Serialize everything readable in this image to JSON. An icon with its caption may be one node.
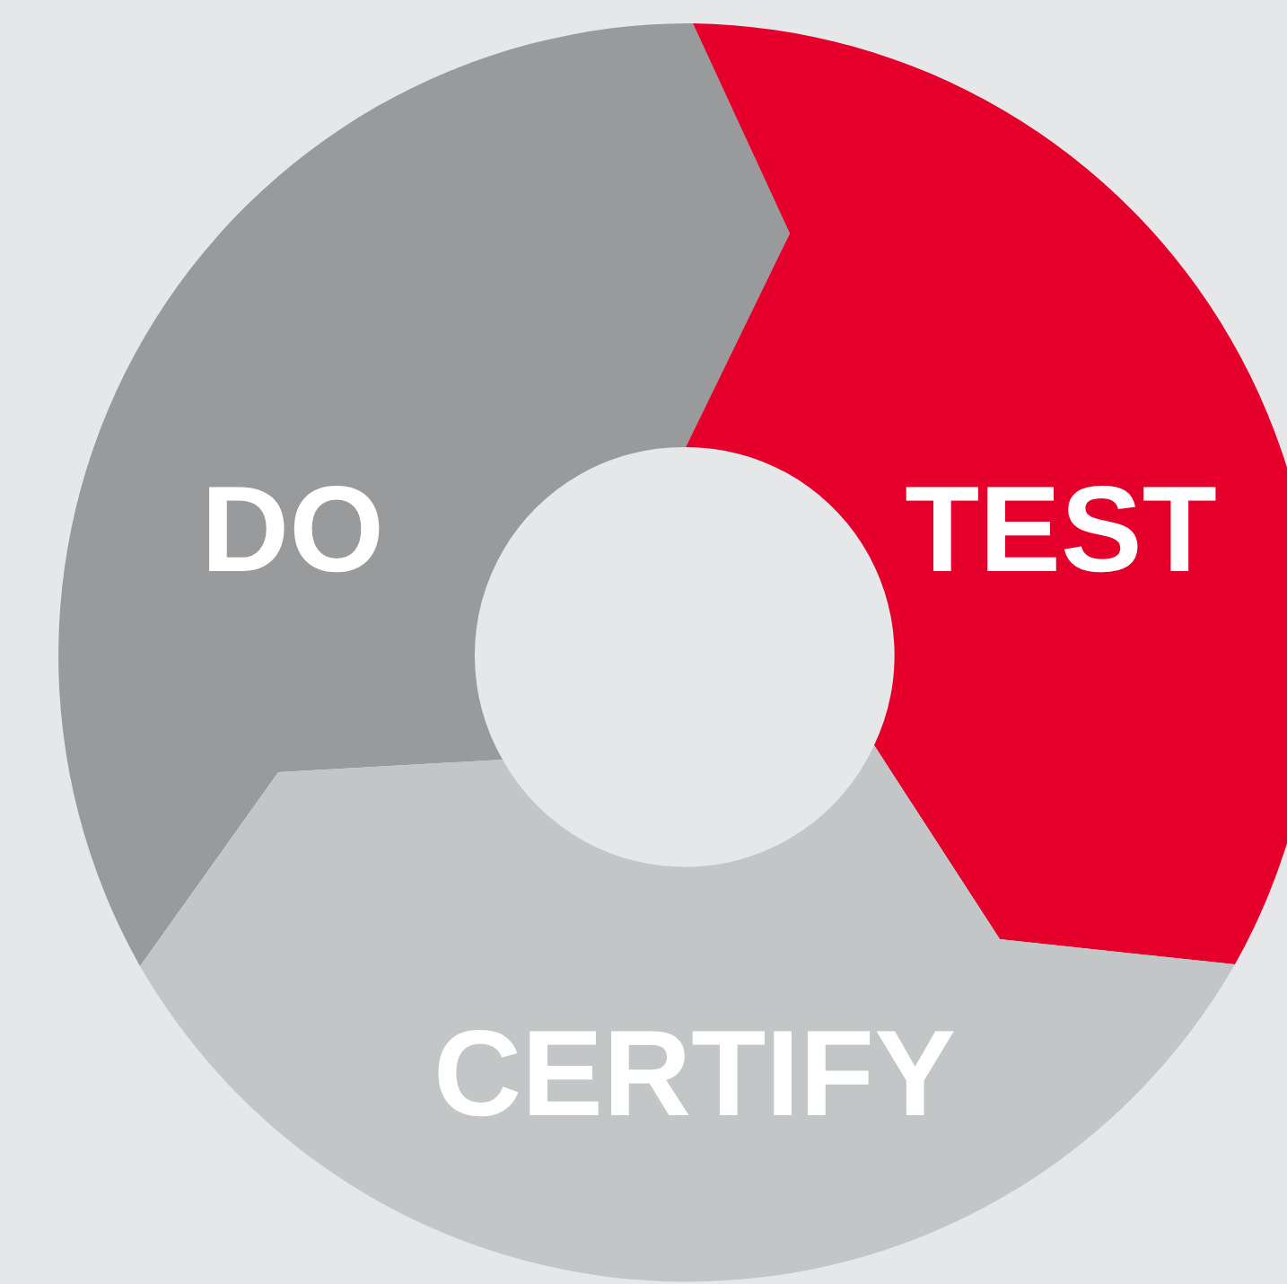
{
  "diagram": {
    "nodes": [
      {
        "text": [
          "DO"
        ]
      },
      {
        "text": [
          "TEST"
        ]
      },
      {
        "text": [
          "CERTIFY"
        ]
      }
    ]
  }
}
